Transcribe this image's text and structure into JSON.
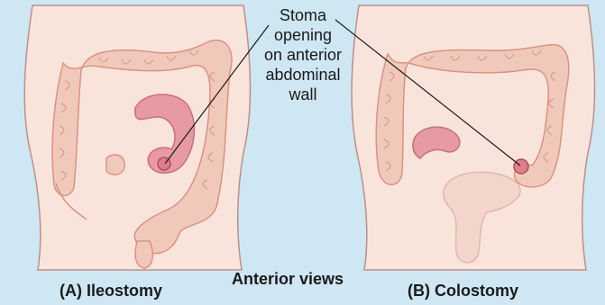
{
  "callout": {
    "lines": [
      "Stoma",
      "opening",
      "on anterior",
      "abdominal",
      "wall"
    ]
  },
  "captions": {
    "left": "(A) Ileostomy",
    "right": "(B) Colostomy",
    "center": "Anterior views"
  },
  "colors": {
    "background": "#cfe6f3",
    "skin": "#f9e4dc",
    "skin_outline": "#b9918a",
    "colon": "#f0c9bb",
    "colon_dark": "#d99383",
    "small_bowel": "#e79aa1",
    "small_bowel_dark": "#c4707a"
  }
}
